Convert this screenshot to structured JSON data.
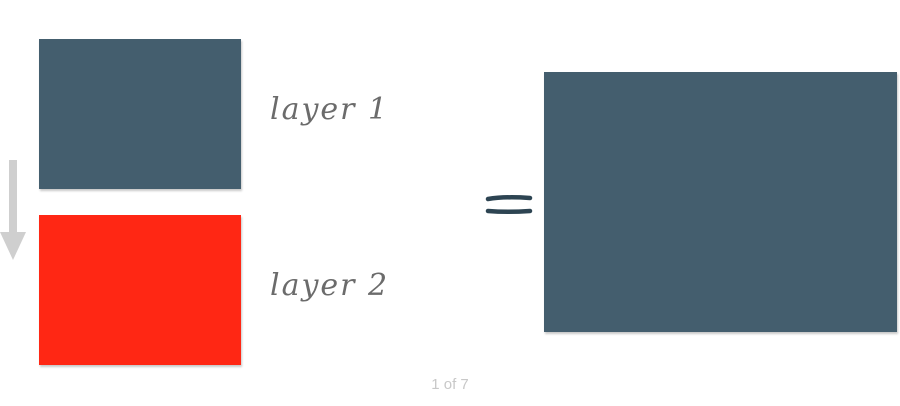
{
  "diagram": {
    "layers": [
      {
        "label": "layer 1",
        "color": "#445e6e"
      },
      {
        "label": "layer 2",
        "color": "#ff2714"
      }
    ],
    "result": {
      "color": "#445e6e"
    },
    "operator_icon": "equals-icon",
    "direction_icon": "arrow-down-icon",
    "arrow_color": "#cfcfcf",
    "operator_color": "#2d4452"
  },
  "pager": {
    "text": "1 of 7"
  }
}
